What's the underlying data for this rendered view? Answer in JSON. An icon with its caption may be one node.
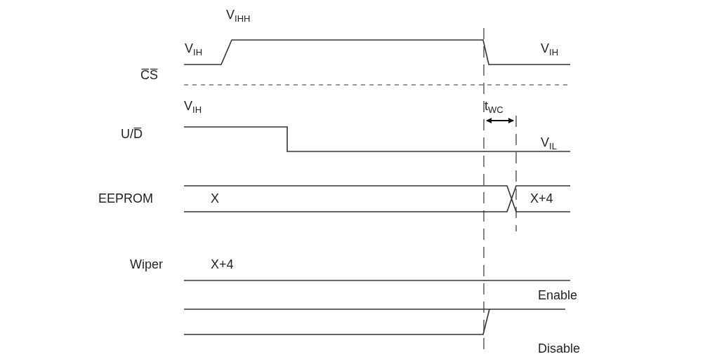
{
  "diagram": {
    "labels": [
      "V$_{IHH}$",
      "V$_{IH}$",
      "V$_{IH}$",
      "C̅S̅",
      "V$_{IH}$",
      "t$_{WC}$",
      "U/D̅",
      "V$_{IL}$",
      "EEPROM",
      "X",
      "X+4",
      "Wiper",
      "X+4",
      "Enable",
      "Disable"
    ]
  }
}
